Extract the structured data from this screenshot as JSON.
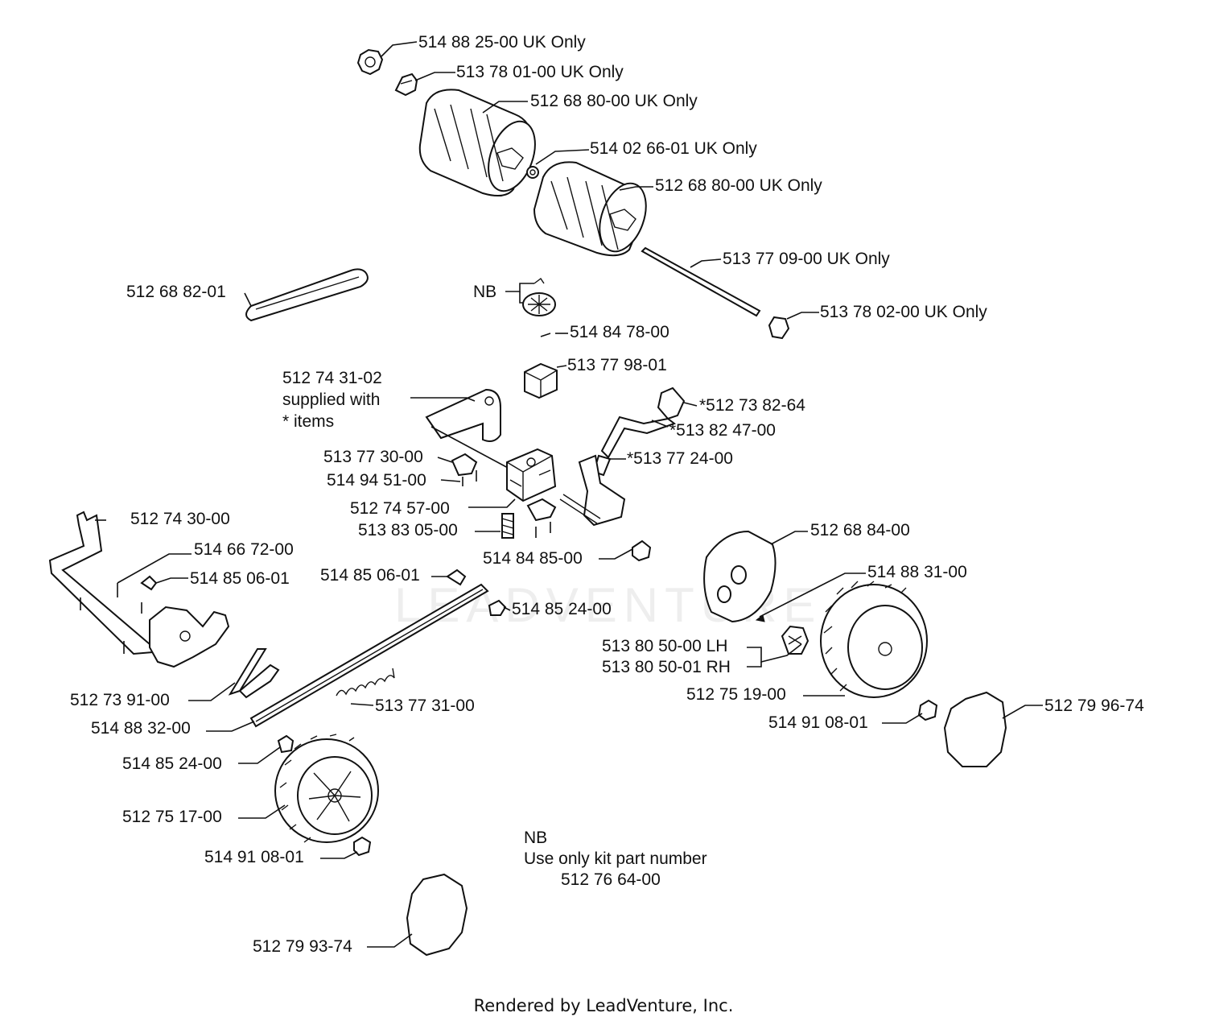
{
  "labels": {
    "l_514_88_25": "514 88 25-00 UK Only",
    "l_513_78_01": "513 78 01-00 UK Only",
    "l_512_68_80_a": "512 68 80-00 UK Only",
    "l_514_02_66": "514 02 66-01 UK Only",
    "l_512_68_80_b": "512 68 80-00 UK Only",
    "l_513_77_09": "513 77 09-00 UK Only",
    "l_513_78_02": "513 78 02-00 UK Only",
    "l_512_68_82": "512 68 82-01",
    "l_nb": "NB",
    "l_514_84_78": "514 84 78-00",
    "l_513_77_98": "513 77 98-01",
    "l_512_74_31_a": "512 74 31-02",
    "l_512_74_31_b": "supplied with",
    "l_512_74_31_c": "* items",
    "l_512_73_82": "*512 73 82-64",
    "l_513_82_47": "*513 82 47-00",
    "l_513_77_24": "*513 77 24-00",
    "l_513_77_30": "513 77 30-00",
    "l_514_94_51": "514 94 51-00",
    "l_512_74_57": "512 74 57-00",
    "l_513_83_05": "513 83 05-00",
    "l_514_84_85": "514 84 85-00",
    "l_512_74_30": "512 74 30-00",
    "l_514_66_72": "514 66 72-00",
    "l_514_85_06_a": "514 85 06-01",
    "l_514_85_06_b": "514 85 06-01",
    "l_514_85_24_a": "514 85 24-00",
    "l_512_68_84": "512 68 84-00",
    "l_514_88_31": "514 88 31-00",
    "l_513_80_50_lh": "513 80 50-00 LH",
    "l_513_80_50_rh": "513 80 50-01 RH",
    "l_512_75_19": "512 75 19-00",
    "l_514_91_08_a": "514 91 08-01",
    "l_512_79_96": "512 79 96-74",
    "l_512_73_91": "512 73 91-00",
    "l_513_77_31": "513 77 31-00",
    "l_514_88_32": "514 88 32-00",
    "l_514_85_24_b": "514 85 24-00",
    "l_512_75_17": "512 75 17-00",
    "l_514_91_08_b": "514 91 08-01",
    "l_512_79_93": "512 79 93-74"
  },
  "note": {
    "line1": "NB",
    "line2": "Use only kit part number",
    "line3": "512 76 64-00"
  },
  "footer": "Rendered by LeadVenture, Inc.",
  "watermark": "LEADVENTURE"
}
